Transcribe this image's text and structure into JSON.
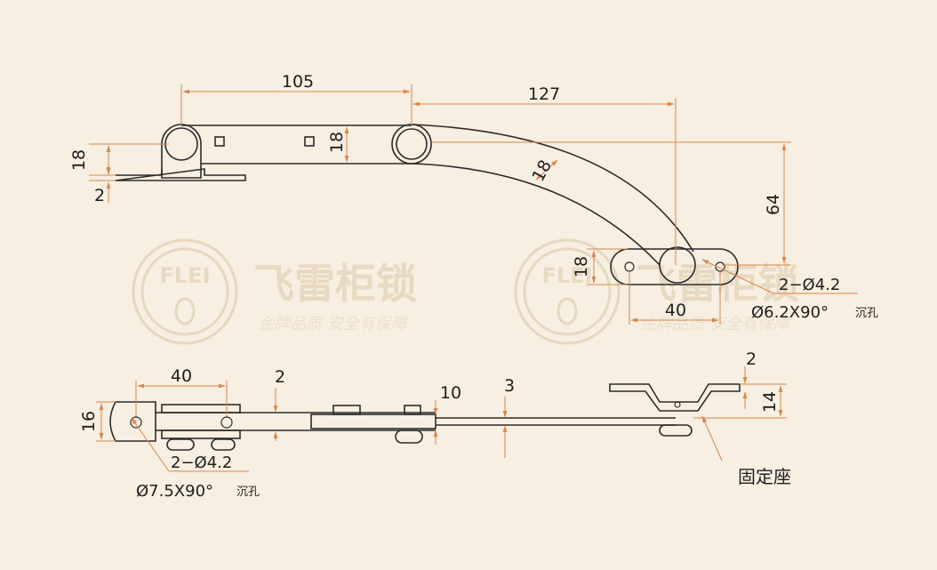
{
  "colors": {
    "background": "#f7efe1",
    "part_outline": "#2b2b2b",
    "dimension_line": "#d9864a",
    "watermark": "#eadcc6"
  },
  "watermark": {
    "logo_text": "FLEI",
    "brand_cn": "飞雷柜锁",
    "slogan_cn": "金牌品质 安全有保障"
  },
  "top_view": {
    "dims": {
      "arm_straight_length": "105",
      "arm_curve_length": "127",
      "arm_height_left": "18",
      "arm_width_mid": "18",
      "arm_width_curve": "18",
      "plate_thickness": "2",
      "drop_height": "64",
      "end_plate_width": "18",
      "hole_spacing": "40"
    },
    "hole_note": {
      "line1": "2−Ø4.2",
      "line2": "Ø6.2X90°",
      "suffix": "沉孔"
    }
  },
  "side_view": {
    "dims": {
      "hole_spacing": "40",
      "plate_thickness": "2",
      "stack_thickness": "10",
      "arm_thickness": "3",
      "seat_plate": "2",
      "seat_height": "14",
      "end_height": "16"
    },
    "hole_note": {
      "line1": "2−Ø4.2",
      "line2": "Ø7.5X90°",
      "suffix": "沉孔"
    },
    "seat_label": "固定座"
  }
}
